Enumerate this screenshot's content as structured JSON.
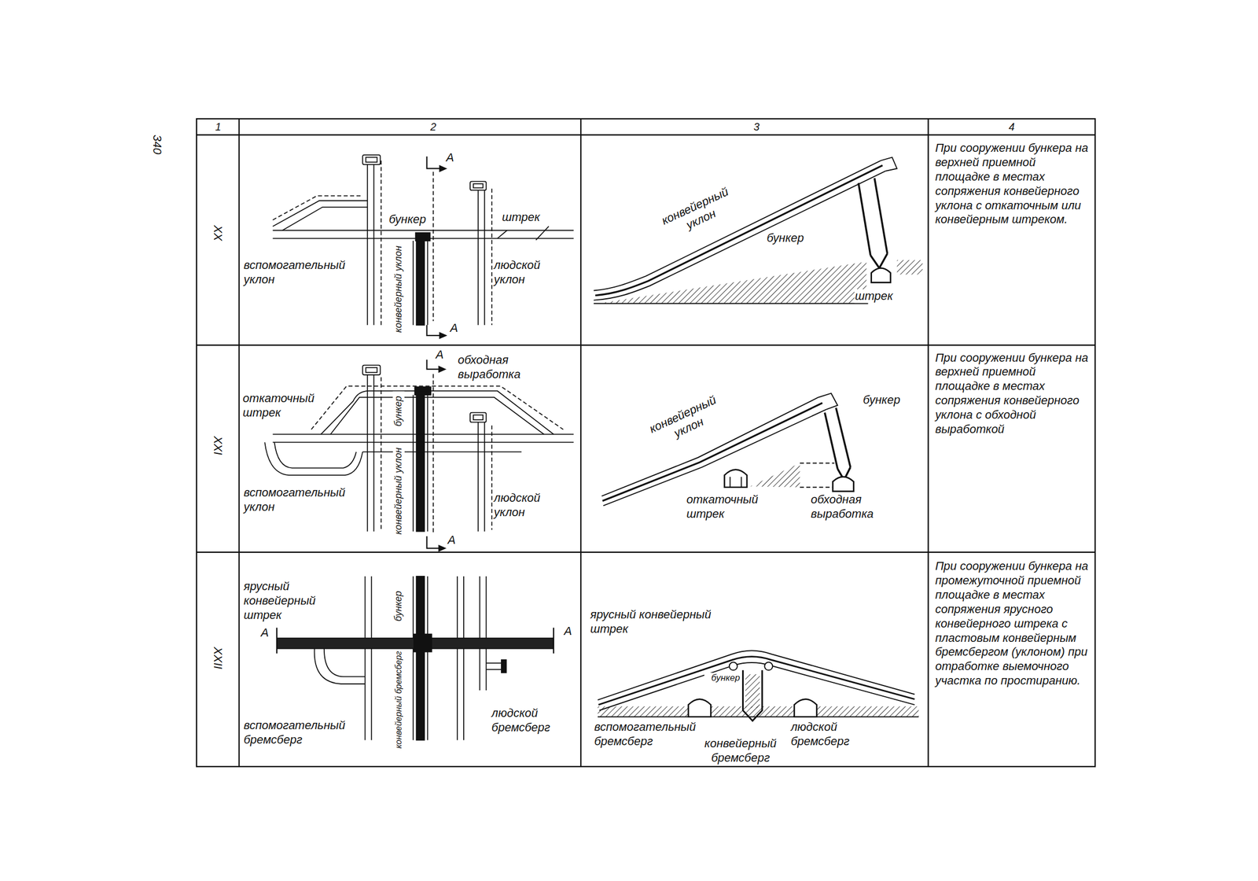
{
  "diagram": {
    "labels": [
      "340",
      "1",
      "2",
      "3",
      "4",
      "XX",
      "А",
      "бункер",
      "штрек",
      "вспомогательный уклон",
      "конвейерный уклон",
      "людской уклон",
      "А",
      "конвейерный уклон",
      "бункер",
      "штрек",
      "При сооружении бункера на верхней приемной площадке в местах сопряжения конвейерного уклона с откаточным или конвейерным штреком.",
      "XXI",
      "А",
      "обходная выработка",
      "откаточный штрек",
      "бункер",
      "вспомогательный уклон",
      "конвейерный уклон",
      "людской уклон",
      "А",
      "конвейерный уклон",
      "бункер",
      "откаточный штрек",
      "обходная выработка",
      "При сооружении бункера на верхней приемной площадке в местах сопряжения конвейерного уклона с обходной выработкой",
      "XXII",
      "ярусный конвейерный штрек",
      "бункер",
      "А",
      "А",
      "вспомогательный бремсберг",
      "конвейерный бремсберг",
      "людской бремсберг",
      "ярусный конвейерный штрек",
      "бункер",
      "вспомогательный бремсберг",
      "людской бремсберг",
      "конвейерный бремсберг",
      "При сооружении бункера на промежуточной приемной площадке в местах сопряжения ярусного конвейерного штрека с пластовым конвейерным бремсбергом (уклоном) при отработке выемочного участка по простиранию."
    ]
  }
}
